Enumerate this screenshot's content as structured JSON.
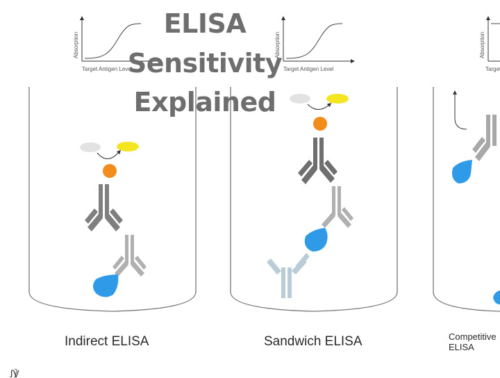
{
  "title": {
    "line1": "ELISA",
    "line2": "Sensitivity",
    "line3": "Explained"
  },
  "graphs": [
    {
      "ylabel": "Absorption",
      "xlabel": "Target Antigen Level"
    },
    {
      "ylabel": "Absorption",
      "xlabel": "Target Antigen Level"
    },
    {
      "ylabel": "Absorption",
      "xlabel": "Target Antigen Level"
    }
  ],
  "wells": [
    {
      "label": "Indirect ELISA"
    },
    {
      "label": "Sandwich ELISA"
    },
    {
      "label": "Competitive ELISA"
    }
  ],
  "colors": {
    "antibody": "#8a8a8a",
    "antibody_light": "#b5b5b5",
    "capture": "#b9ccd8",
    "antigen": "#2f9be8",
    "enzyme": "#f28c1a",
    "product": "#f3e520",
    "substrate": "#e2e2e2",
    "title": "#6e6e6e"
  }
}
